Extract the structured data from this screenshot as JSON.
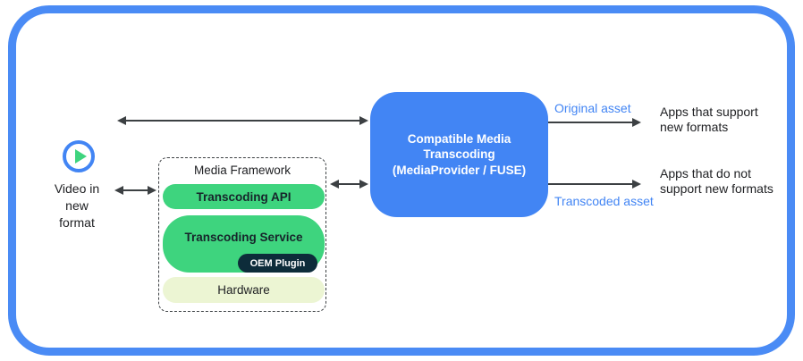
{
  "colors": {
    "frame_blue": "#4a8bf5",
    "box_blue": "#4285f4",
    "pill_green": "#3ed47e",
    "oem_navy": "#0d2c3a",
    "hardware_fill": "#ecf5d3",
    "arrow_gray": "#3c4043"
  },
  "source": {
    "icon": "play-icon",
    "lines": [
      "Video in",
      "new",
      "format"
    ]
  },
  "framework": {
    "title": "Media Framework",
    "api_label": "Transcoding API",
    "service_label": "Transcoding Service",
    "oem_label": "OEM Plugin",
    "hardware_label": "Hardware"
  },
  "transcoding_box": {
    "lines": [
      "Compatible Media",
      "Transcoding",
      "(MediaProvider / FUSE)"
    ]
  },
  "outputs": {
    "original": {
      "flow_label": "Original asset",
      "target_lines": [
        "Apps that support",
        "new formats"
      ]
    },
    "transcoded": {
      "flow_label": "Transcoded asset",
      "target_lines": [
        "Apps that do not",
        "support new formats"
      ]
    }
  }
}
